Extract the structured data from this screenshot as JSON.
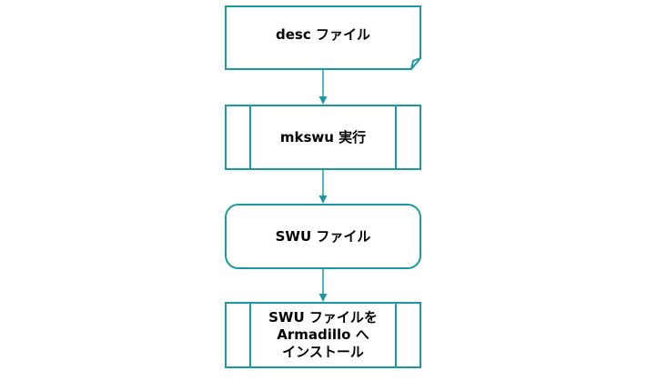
{
  "flowchart": {
    "colors": {
      "stroke": "#1a9aa0",
      "fill": "#ffffff",
      "text": "#000000"
    },
    "nodes": [
      {
        "id": "desc-file",
        "shape": "document",
        "label": "desc ファイル"
      },
      {
        "id": "mkswu-run",
        "shape": "predefined-process",
        "label": "mkswu 実行"
      },
      {
        "id": "swu-file",
        "shape": "rounded-rectangle",
        "label": "SWU ファイル"
      },
      {
        "id": "install",
        "shape": "predefined-process",
        "label": "SWU ファイルを\nArmadillo へ\nインストール"
      }
    ]
  }
}
